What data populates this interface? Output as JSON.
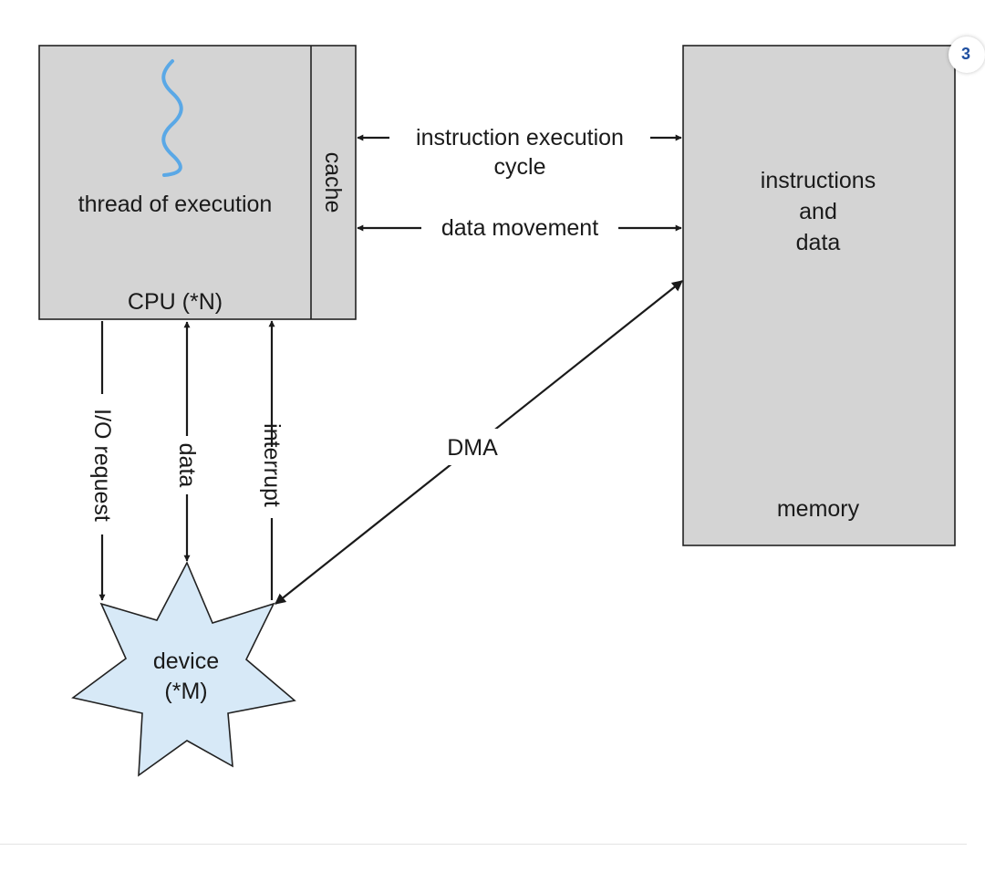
{
  "cpu": {
    "thread_label": "thread of execution",
    "label": "CPU (*N)",
    "cache_label": "cache"
  },
  "memory": {
    "content_line1": "instructions",
    "content_line2": "and",
    "content_line3": "data",
    "label": "memory"
  },
  "device": {
    "line1": "device",
    "line2": "(*M)"
  },
  "links": {
    "instruction_line1": "instruction execution",
    "instruction_line2": "cycle",
    "data_movement": "data movement",
    "io_request": "I/O request",
    "data": "data",
    "interrupt": "interrupt",
    "dma": "DMA"
  },
  "badge": {
    "text": "3"
  },
  "colors": {
    "box_fill": "#d4d4d4",
    "device_fill": "#d7e9f7",
    "thread_wave": "#5aa8e6"
  }
}
